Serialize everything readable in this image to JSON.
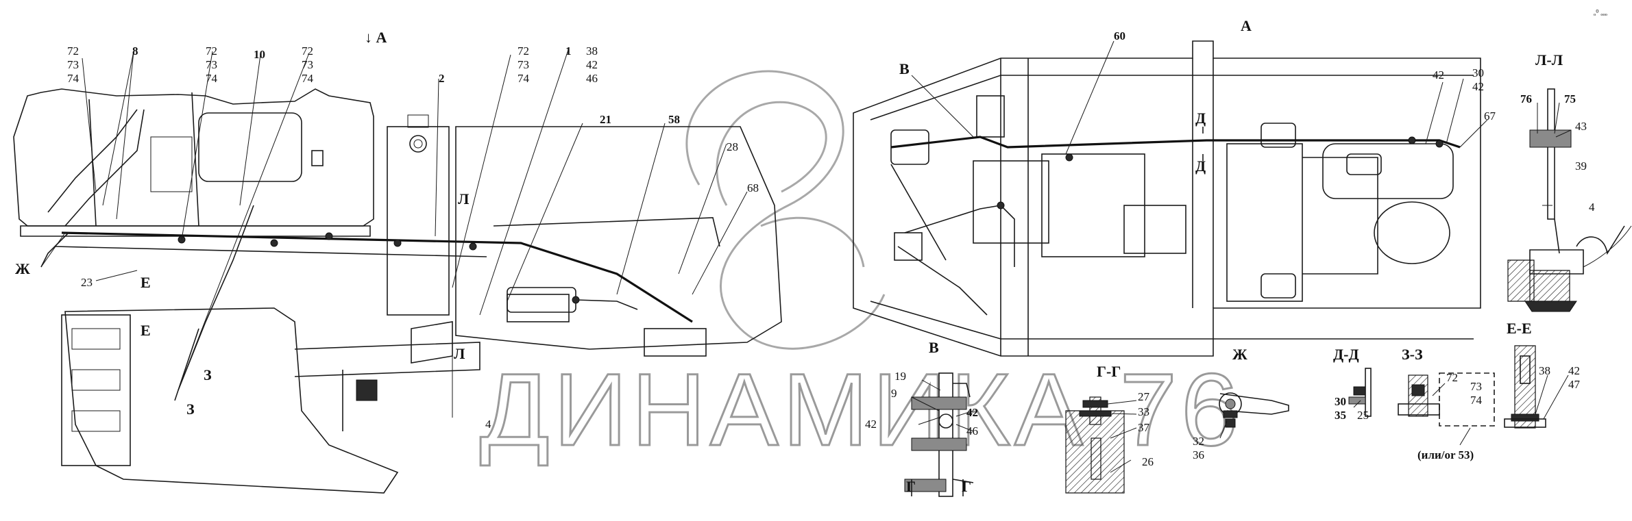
{
  "labels": {
    "view_a_arrow": "↓ А",
    "view_a": "А",
    "n72a": "72",
    "n73a": "73",
    "n74a": "74",
    "n8": "8",
    "n72b": "72",
    "n73b": "73",
    "n74b": "74",
    "n10": "10",
    "n72c": "72",
    "n73c": "73",
    "n74c": "74",
    "n2": "2",
    "n72d": "72",
    "n73d": "73",
    "n74d": "74",
    "n1": "1",
    "n38": "38",
    "n42": "42",
    "n46": "46",
    "n21": "21",
    "n58": "58",
    "n28": "28",
    "n68": "68",
    "zh_left": "Ж",
    "n23": "23",
    "e1": "Е",
    "e2": "Е",
    "l1": "Л",
    "l2": "Л",
    "z1": "З",
    "z2": "З",
    "n4_left": "4",
    "n60": "60",
    "b_top": "В",
    "n42_r": "42",
    "n30_r": "30",
    "n42_r2": "42",
    "n67": "67",
    "d_top": "Д",
    "d_bot": "Д",
    "sec_ll": "Л-Л",
    "n76": "76",
    "n75": "75",
    "n43": "43",
    "n39": "39",
    "n4_r": "4",
    "sec_b": "В",
    "n19": "19",
    "n9": "9",
    "n42_b": "42",
    "n42_b2": "42",
    "n46_b": "46",
    "g_l": "Г",
    "g_r": "Г",
    "sec_gg": "Г-Г",
    "n27": "27",
    "n33": "33",
    "n37": "37",
    "n26": "26",
    "sec_zh": "Ж",
    "n32": "32",
    "n36": "36",
    "sec_dd": "Д-Д",
    "n30_d": "30",
    "n35_d": "35",
    "n25": "25",
    "sec_zz": "З-З",
    "n72_z": "72",
    "n73_z": "73",
    "n74_z": "74",
    "or53": "(или/or 53)",
    "sec_ee": "Е-Е",
    "n38_e": "38",
    "n42_e": "42",
    "n47_e": "47",
    "corner": "ₒ⁰ ₒₒₒ"
  },
  "watermark": {
    "text": "ДИНАМИКА 76"
  },
  "colors": {
    "line": "#1a1a1a",
    "background": "#ffffff",
    "watermark": "#9a9a9a"
  }
}
